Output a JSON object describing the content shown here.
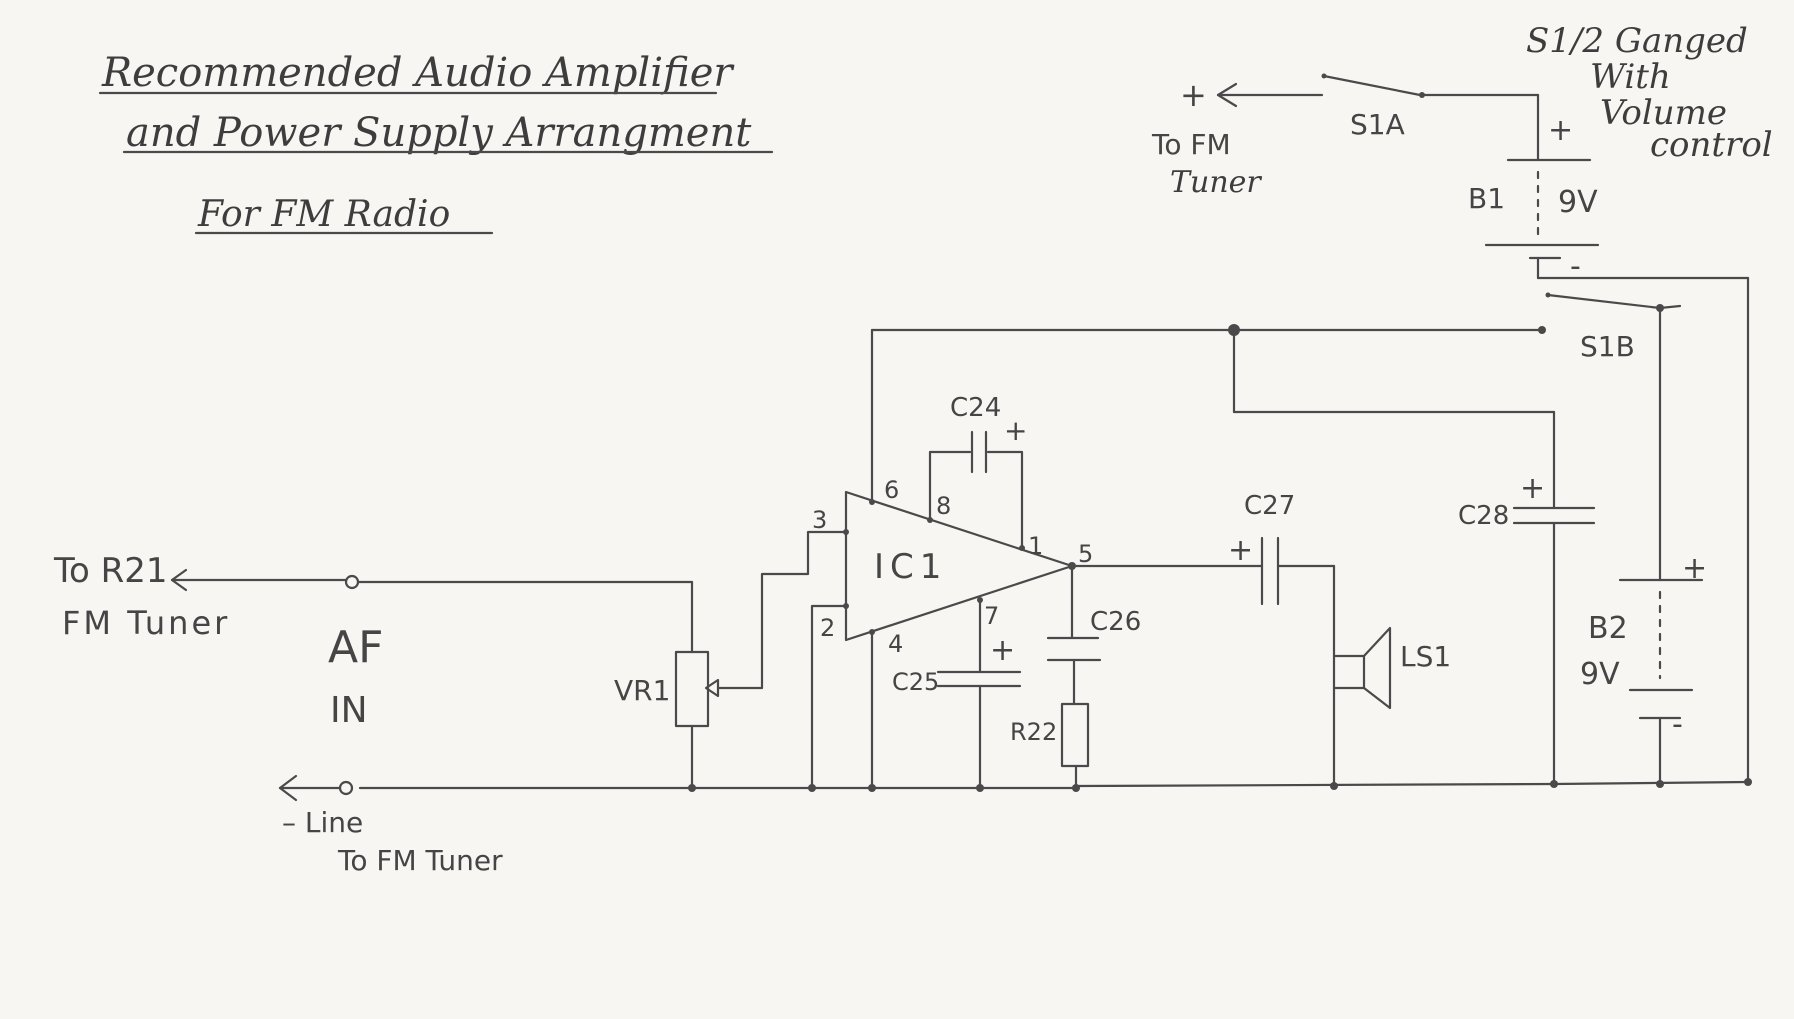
{
  "title": {
    "line1": "Recommended Audio Amplifier",
    "line2": "and Power Supply Arrangment",
    "line3": "For FM Radio"
  },
  "note": {
    "line1": "S1/2 Ganged",
    "line2": "With",
    "line3": "Volume",
    "line4": "control"
  },
  "labels": {
    "plus_tuner": "+",
    "to_fm": "To FM",
    "tuner": "Tuner",
    "s1a": "S1A",
    "s1b": "S1B",
    "b1": "B1",
    "b1_volt": "9V",
    "b1_plus": "+",
    "b1_minus": "-",
    "b2": "B2",
    "b2_volt": "9V",
    "b2_plus": "+",
    "b2_minus": "-",
    "c24": "C24",
    "c24_plus": "+",
    "c25": "C25",
    "c25_plus": "+",
    "c26": "C26",
    "c27": "C27",
    "c27_plus": "+",
    "c28": "C28",
    "c28_plus": "+",
    "r22": "R22",
    "vr1": "VR1",
    "ls1": "LS1",
    "ic1": "IC1",
    "pin1": "1",
    "pin2": "2",
    "pin3": "3",
    "pin4": "4",
    "pin5": "5",
    "pin6": "6",
    "pin7": "7",
    "pin8": "8",
    "to_r21": "To R21",
    "fm_tuner": "FM Tuner",
    "af": "AF",
    "in": "IN",
    "line": "– Line",
    "to_fm_tuner": "To FM Tuner"
  },
  "colors": {
    "ink": "#4a4a4a",
    "paper": "#f7f6f3"
  }
}
